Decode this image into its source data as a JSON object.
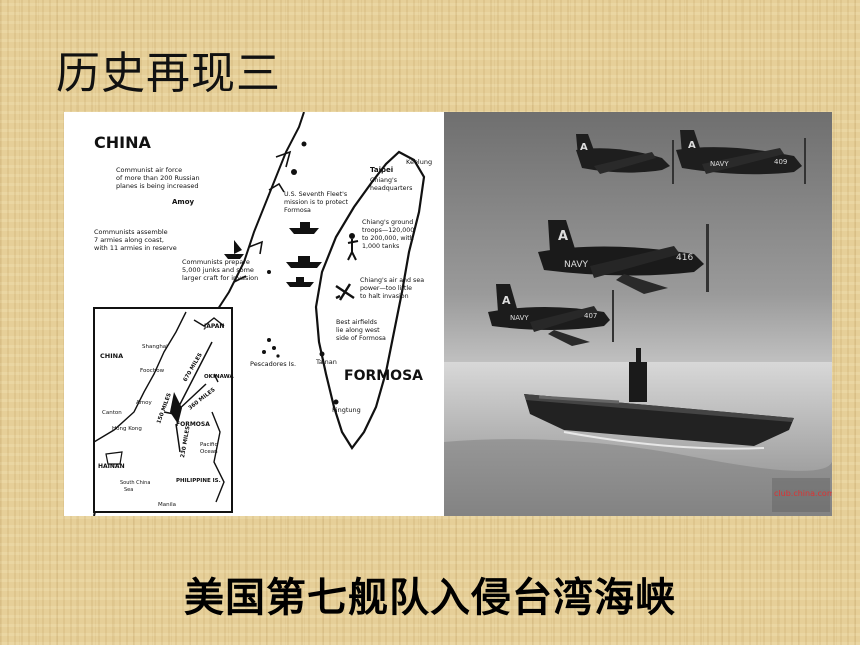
{
  "slide": {
    "title": "历史再现三",
    "caption": "美国第七舰队入侵台湾海峡"
  },
  "map": {
    "china": "CHINA",
    "note_airforce": [
      "Communist air force",
      "of more than 200 Russian",
      "planes is being increased"
    ],
    "note_armies": [
      "Communists assemble",
      "7 armies along coast,",
      "with 11 armies in reserve"
    ],
    "amoy": "Amoy",
    "note_junks": [
      "Communists prepare",
      "5,000 junks and some",
      "larger craft for invasion"
    ],
    "note_fleet": [
      "U.S. Seventh Fleet's",
      "mission is to protect",
      "Formosa"
    ],
    "keelung": "Keelung",
    "taipei": "Taipei",
    "note_hq": [
      "Chiang's",
      "headquarters"
    ],
    "note_troops": [
      "Chiang's ground",
      "troops—120,000",
      "to 200,000, with",
      "1,000 tanks"
    ],
    "note_airsea": [
      "Chiang's air and sea",
      "power—too little",
      "to halt invasion"
    ],
    "note_airfields": [
      "Best airfields",
      "lie along west",
      "side of Formosa"
    ],
    "pescadores": "Pescadores Is.",
    "tainan": "Tainan",
    "formosa": "FORMOSA",
    "pingtung": "Pingtung",
    "inset": {
      "japan": "JAPAN",
      "china": "CHINA",
      "shanghai": "Shanghai",
      "foochow": "Foochow",
      "okinawa": "OKINAWA",
      "amoy": "Amoy",
      "canton": "Canton",
      "hongkong": "Hong Kong",
      "formosa": "FORMOSA",
      "pacific": [
        "Pacific",
        "Ocean"
      ],
      "hainan": "HAINAN",
      "south_china_sea": [
        "South China",
        "Sea"
      ],
      "philippine": "PHILIPPINE IS.",
      "manila": "Manila",
      "d670": "670 MILES",
      "d360": "360 MILES",
      "d150": "150 MILES",
      "d230": "230 MILES"
    }
  },
  "photo": {
    "aircraft_codes": [
      "A",
      "A",
      "A",
      "A"
    ],
    "navy": "NAVY",
    "numbers": [
      "409",
      "416",
      "407"
    ],
    "watermark": "club.china.com"
  }
}
